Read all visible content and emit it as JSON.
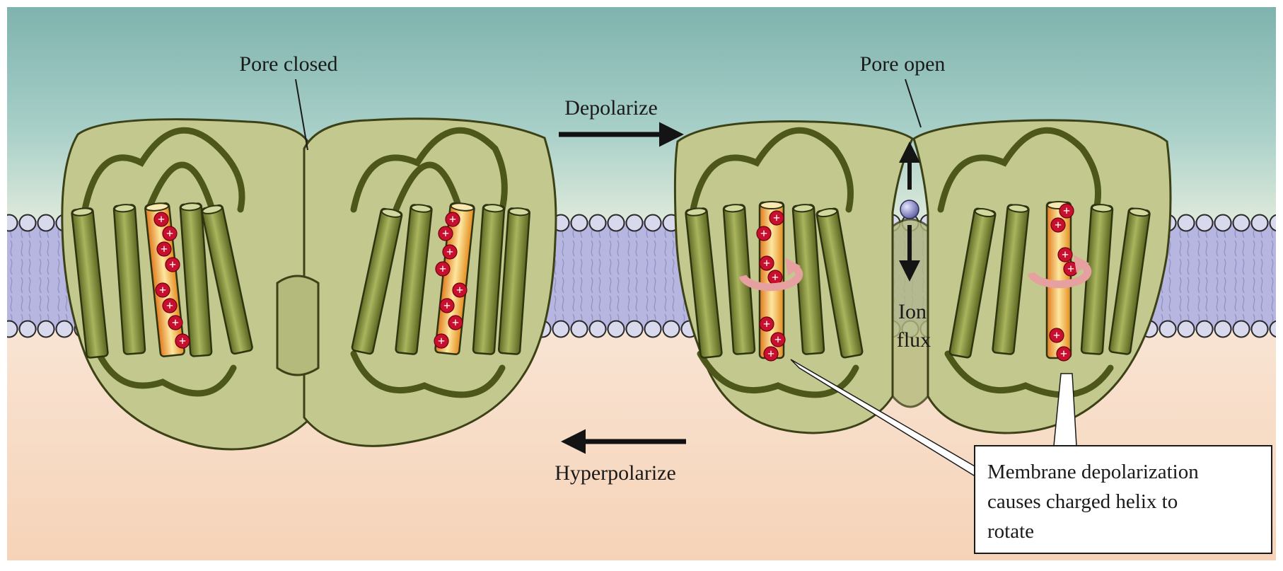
{
  "labels": {
    "pore_closed": "Pore closed",
    "pore_open": "Pore open",
    "depolarize": "Depolarize",
    "hyperpolarize": "Hyperpolarize",
    "ion": "Ion",
    "flux": "flux",
    "charge_symbol": "+"
  },
  "callout": {
    "line1": "Membrane depolarization",
    "line2": "causes charged helix to",
    "line3": "rotate"
  },
  "colors": {
    "outside": "#a4cdc8",
    "inside": "#f8ddc8",
    "membrane": "#b6b6e0",
    "protein": "#c3c98e",
    "helix": "#7d8a36",
    "charge": "#c8102e"
  }
}
